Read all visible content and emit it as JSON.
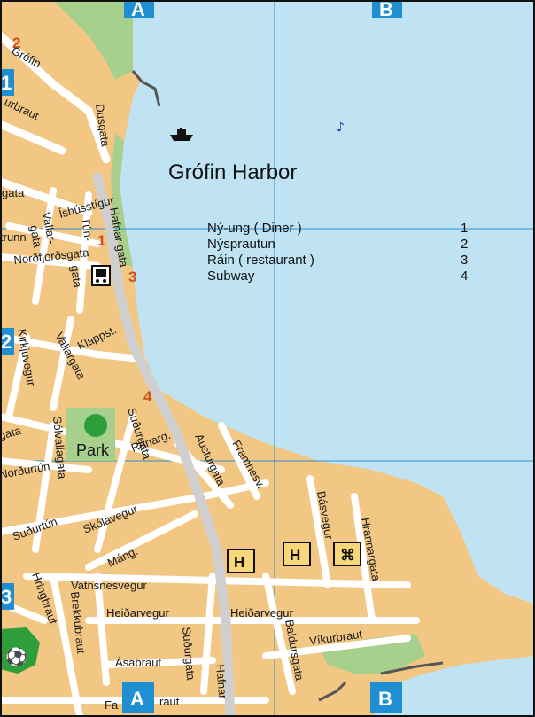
{
  "map_title": "Grófin Harbor",
  "park_label": "Park",
  "grid": {
    "columns": [
      "A",
      "B"
    ],
    "rows": [
      "1",
      "2",
      "3"
    ]
  },
  "legend": [
    {
      "name": "Ný-ung ( Diner )",
      "number": "1"
    },
    {
      "name": "Nýsprautun",
      "number": "2"
    },
    {
      "name": "Ráin ( restaurant )",
      "number": "3"
    },
    {
      "name": "Subway",
      "number": "4"
    }
  ],
  "streets": {
    "grofin": "Grófin",
    "urbraut": "urbraut",
    "dusgata": "Dusgata",
    "gata_top": "gata",
    "ishusstigur": "Íshússtígur",
    "vallargata_a": "Vallar-",
    "vallargata_b": "gata",
    "trunn": "trunn",
    "tjarnargata_a": "Tún-",
    "tjarnargata_b": "gata",
    "hafnargata": "Hafnar gata",
    "nordfjordsgata": "Norðfjörðsgata",
    "kirkjuvegur": "Kirkjuvegur",
    "vallargata": "Vallargata",
    "klappst": "Klappst.",
    "gata_left": "gata",
    "sudurgata": "Suðurgata",
    "ranarg": "Ránarg.",
    "austurgata": "Austurgata",
    "framnesv": "Framnesv.",
    "solvallagata": "Sólvallagata",
    "nordurtun": "Norðurtún",
    "sudurtun": "Suðurtún",
    "skolavegur": "Skólavegur",
    "mang": "Máng.",
    "basvegur": "Básvegur",
    "hrannargata": "Hrannargata",
    "hringbraut": "Hringbraut",
    "brekkubraut": "Brekkubraut",
    "vatnsnesvegur": "Vatnsnesvegur",
    "heidarvegur_left": "Heiðarvegur",
    "heidarvegur_right": "Heiðarvegur",
    "sudurgata_bottom": "Suðurgata",
    "baldursgata": "Baldursgata",
    "vikurbraut": "Víkurbraut",
    "asabraut": "Ásabraut",
    "hafnargata_bottom": "Hafnar",
    "faxabraut_a": "Fa",
    "faxabraut_b": "raut"
  },
  "markers": {
    "m1": "1",
    "m2": "2",
    "m3": "3",
    "m4": "4"
  },
  "icons": {
    "hotel_symbol": "H",
    "museum_symbol": "⌘"
  },
  "colors": {
    "sea": "#bfe3f2",
    "land": "#f2c784",
    "park": "#a8d08d",
    "road": "#ffffff",
    "main_road": "#cfcfcf",
    "grid_label_bg": "#1f8fd1",
    "marker": "#c8501e"
  }
}
